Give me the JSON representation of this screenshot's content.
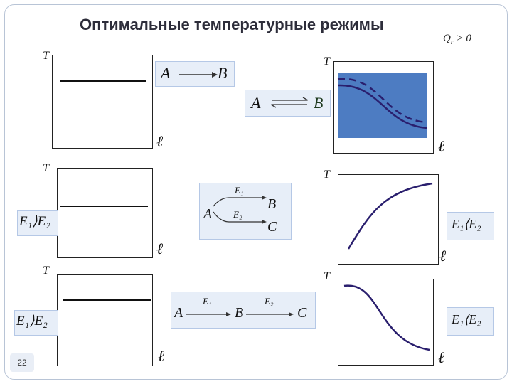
{
  "title": "Оптимальные температурные режимы",
  "condition": {
    "main": "Q",
    "sub": "r",
    "rest": " > 0"
  },
  "axis_t": "T",
  "axis_l": "ℓ",
  "slide_number": "22",
  "panels": [
    {
      "reaction": {
        "a": "A",
        "b": "B"
      }
    },
    {
      "reaction": {
        "a": "A",
        "b": "B"
      }
    },
    {
      "condition": "E₁⟩E₂",
      "reaction": {
        "a": "A",
        "e1": "E₁",
        "e2": "E₂",
        "b": "B",
        "c": "C"
      }
    },
    {
      "condition": "E₁⟨E₂"
    },
    {
      "condition": "E₁⟩E₂",
      "reaction": {
        "a": "A",
        "e1": "E₁",
        "b": "B",
        "e2": "E₂",
        "c": "C"
      }
    },
    {
      "condition": "E₁⟨E₂"
    }
  ],
  "colors": {
    "accent_blue": "#4d7cc2",
    "curve": "#2a1f6e",
    "panel_bg": "#e7eef8"
  }
}
